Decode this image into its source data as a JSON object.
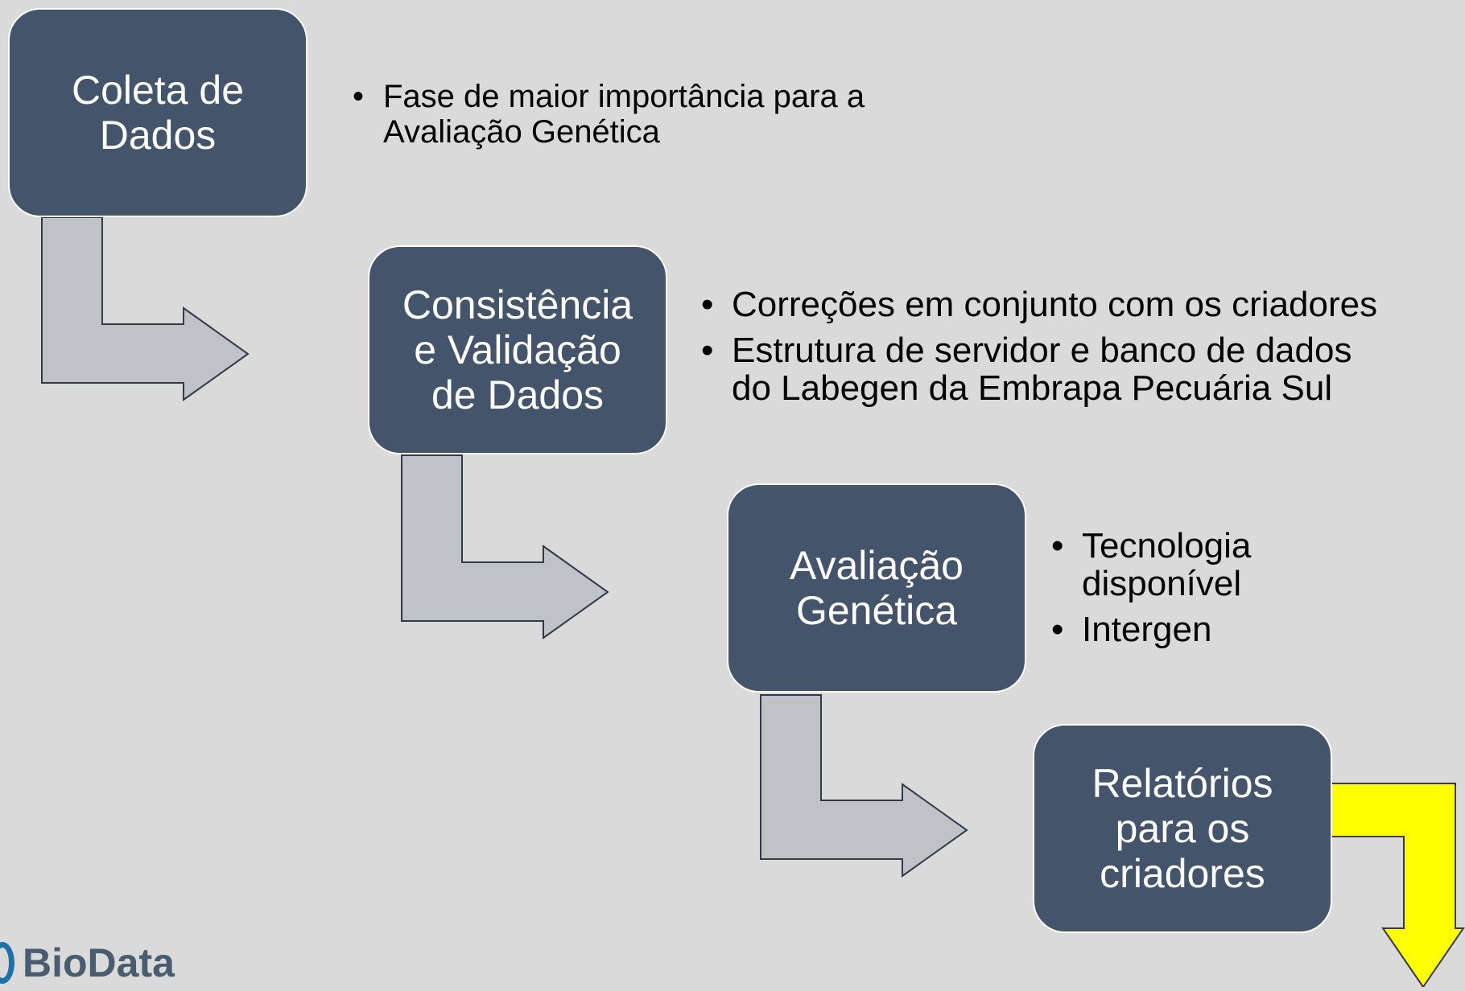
{
  "diagram": {
    "steps": [
      {
        "label": "Coleta de\nDados"
      },
      {
        "label": "Consistência\ne Validação\nde Dados"
      },
      {
        "label": "Avaliação\nGenética"
      },
      {
        "label": "Relatórios\npara os\ncriadores"
      }
    ],
    "notes": [
      [
        "Fase de maior importância para a\nAvaliação Genética"
      ],
      [
        "Correções em conjunto com os criadores",
        "Estrutura de servidor e banco de dados\ndo Labegen da Embrapa Pecuária Sul"
      ],
      [
        "Tecnologia\ndisponível",
        "Intergen"
      ]
    ],
    "bullet_char": "•",
    "colors": {
      "box_fill": "#44546a",
      "connector_arrow": "#bfc3c8",
      "highlight_arrow": "#ffff00",
      "background": "#dadada"
    }
  },
  "logo": {
    "text": "BioData"
  }
}
